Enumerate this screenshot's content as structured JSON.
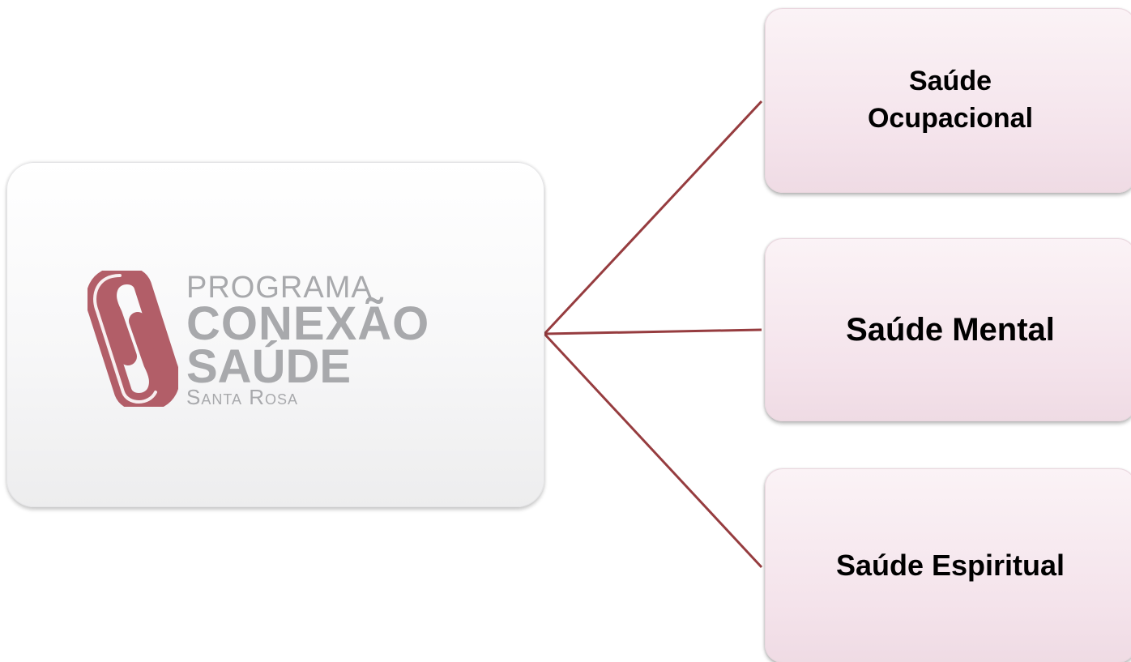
{
  "center": {
    "logo": {
      "line1": "PROGRAMA",
      "line2": "CONEXÃO",
      "line3": "SAÚDE",
      "line4": "Santa Rosa",
      "mark": "double-s-paperclip-icon"
    }
  },
  "branches": [
    {
      "label_line1": "Saúde",
      "label_line2": "Ocupacional"
    },
    {
      "label": "Saúde Mental"
    },
    {
      "label": "Saúde Espiritual"
    }
  ],
  "colors": {
    "connector": "#963c3f",
    "logo_mark": "#b25e68",
    "logo_text": "#a8a9ac",
    "branch_fill": "#f4e3eb"
  }
}
